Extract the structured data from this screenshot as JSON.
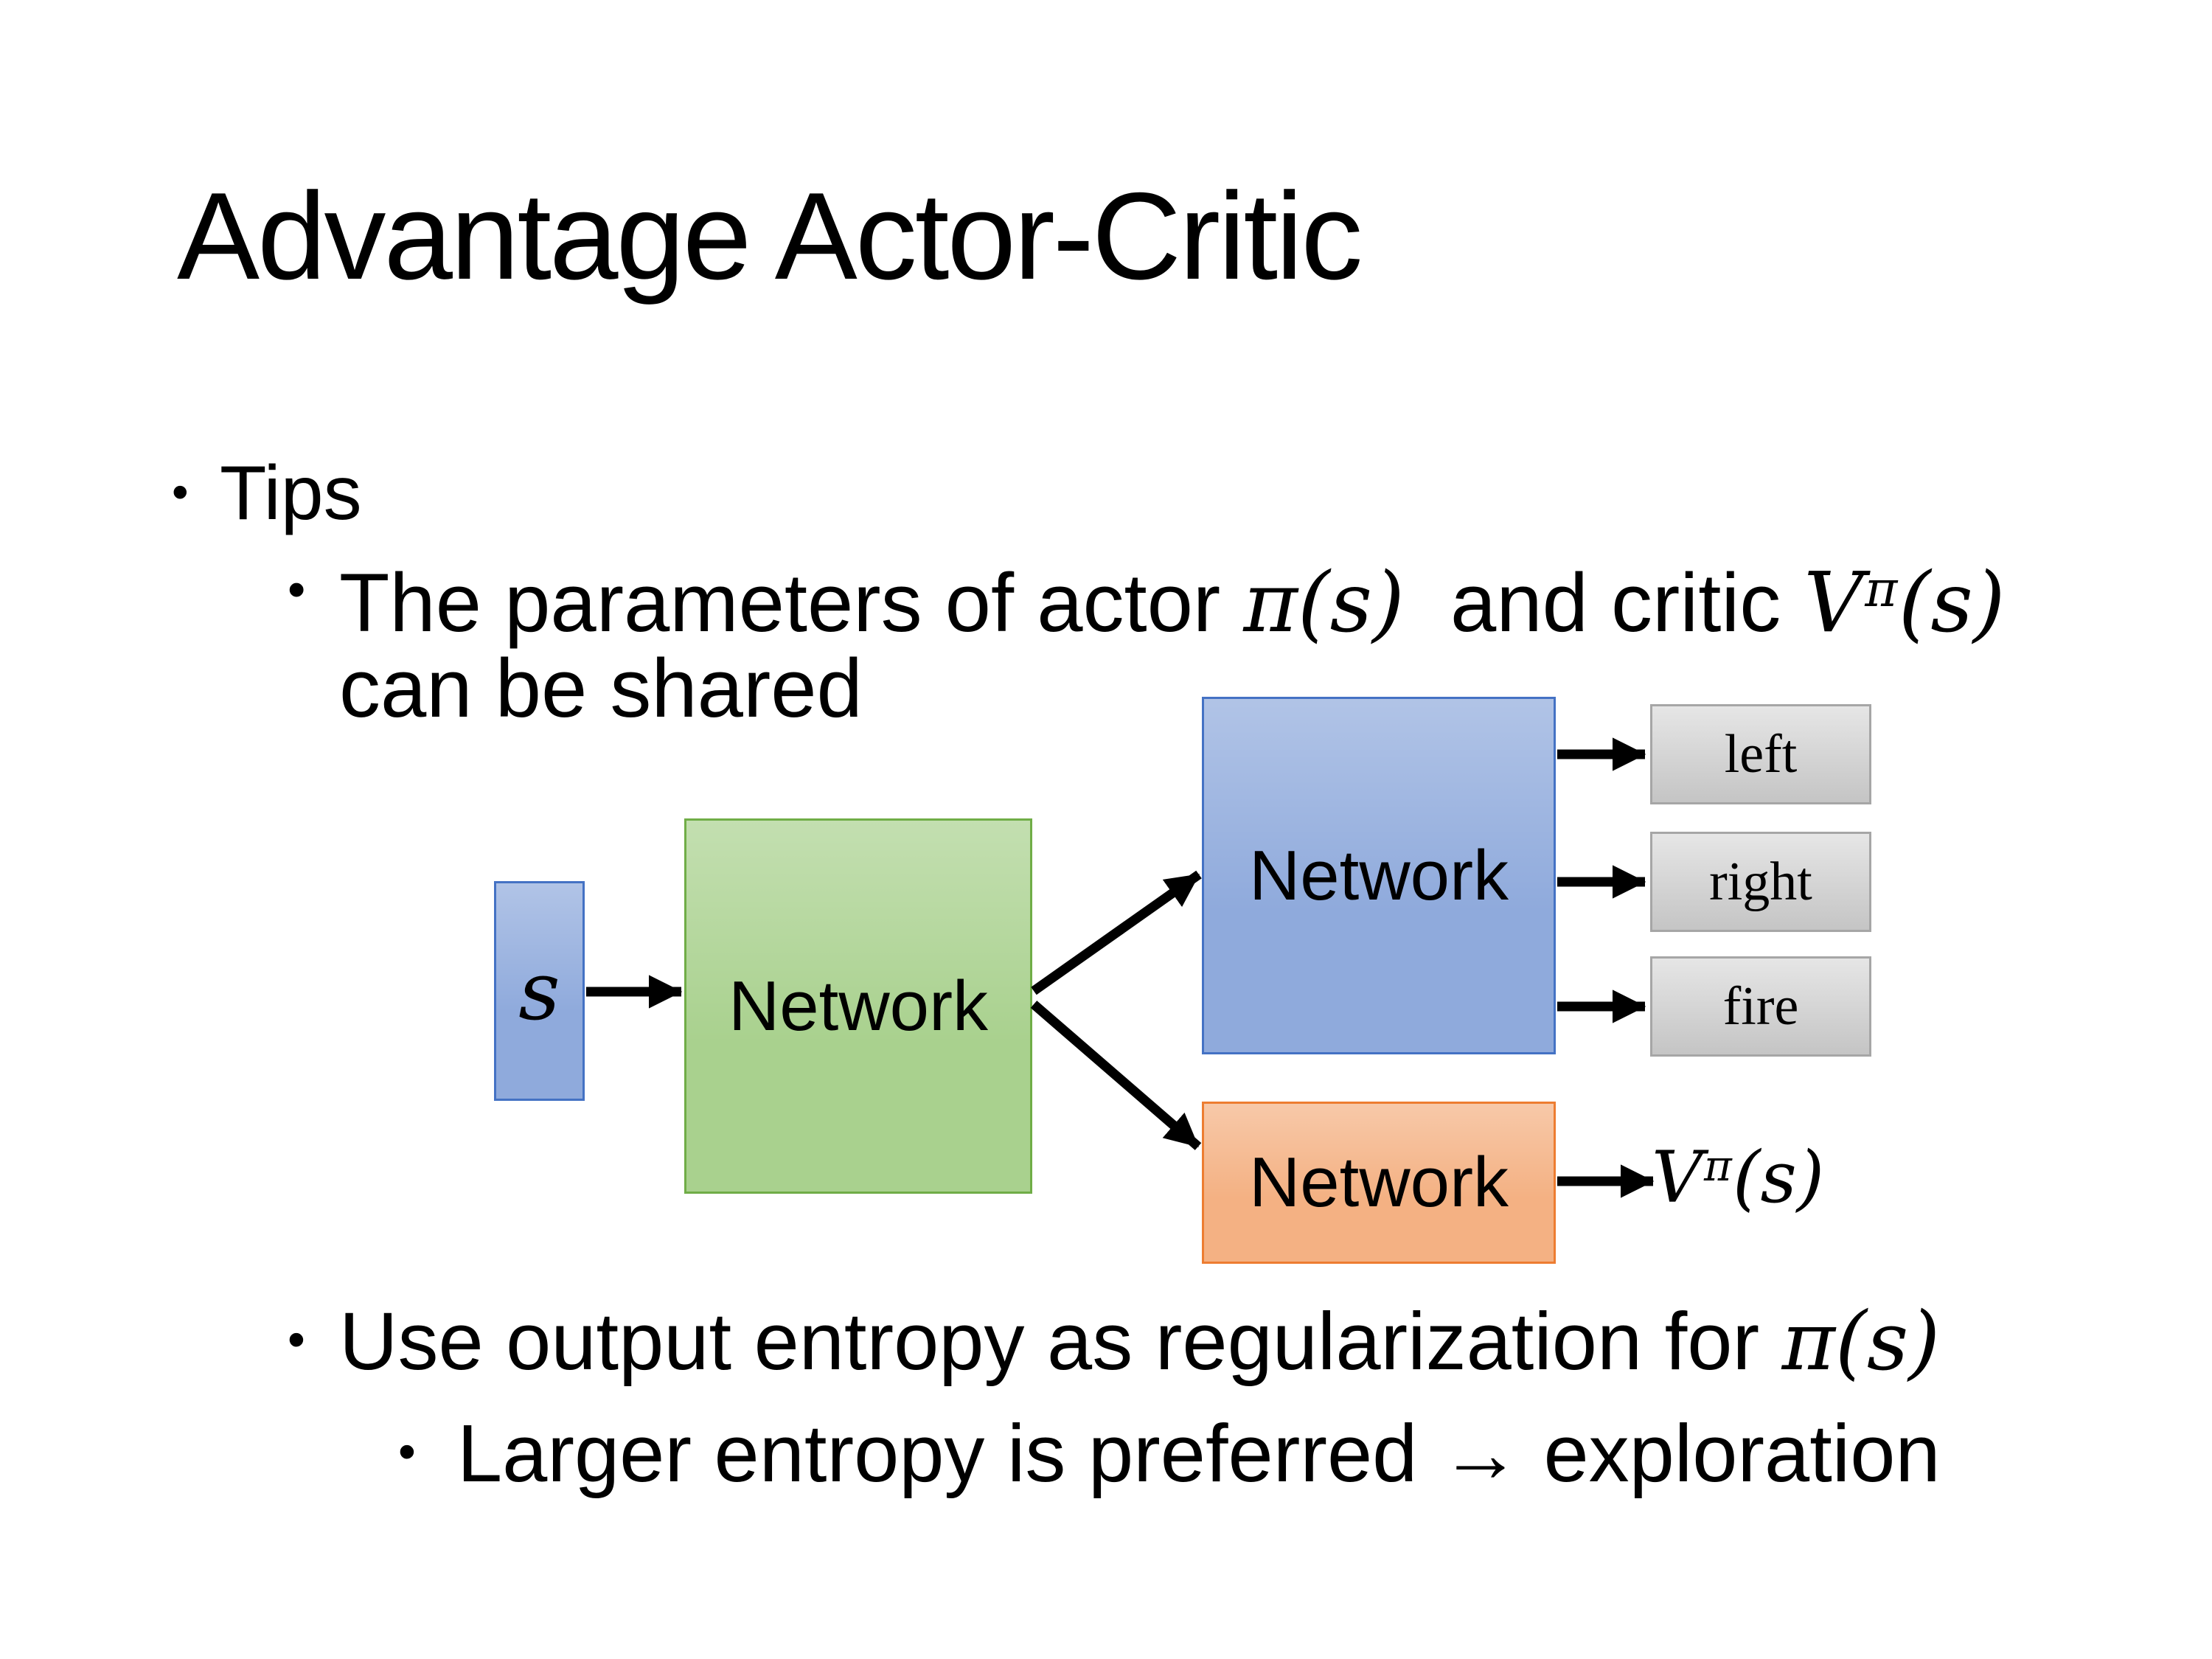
{
  "slide": {
    "title": "Advantage Actor-Critic"
  },
  "glyphs": {
    "bullet": "•"
  },
  "bullets": {
    "tips": "Tips",
    "param_prefix": "The parameters of actor ",
    "param_pi_s": "π(s)",
    "param_mid": "  and critic ",
    "param_V": "V",
    "param_V_sup": "π",
    "param_V_arg": "(s)",
    "param_line2": "can be shared",
    "entropy_prefix": "Use output entropy as regularization for ",
    "entropy_pi_s": "π(s)",
    "larger": "Larger entropy is preferred → exploration"
  },
  "diagram": {
    "input_label": "s",
    "shared_network_label": "Network",
    "actor_network_label": "Network",
    "critic_network_label": "Network",
    "actions": [
      "left",
      "right",
      "fire"
    ],
    "value_V": "V",
    "value_sup": "π",
    "value_arg": "(s)",
    "colors": {
      "input_fill": "#8FAADC",
      "input_border": "#4472C4",
      "shared_fill": "#A9D18E",
      "shared_border": "#70AD47",
      "actor_fill": "#8FAADC",
      "actor_border": "#4472C4",
      "critic_fill": "#F4B183",
      "critic_border": "#ED7D31",
      "action_fill": "#D1D1D1",
      "action_border": "#A6A6A6",
      "arrow": "#000000"
    }
  }
}
